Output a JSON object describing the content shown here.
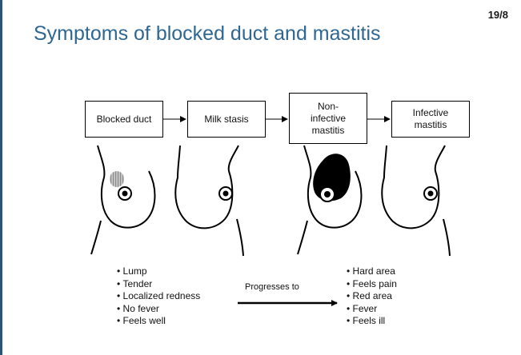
{
  "page_number": "19/8",
  "title": "Symptoms of blocked duct and mastitis",
  "stages": [
    {
      "label": "Blocked duct"
    },
    {
      "label": "Milk stasis"
    },
    {
      "label": "Non-\ninfective\nmastitis"
    },
    {
      "label": "Infective\nmastitis"
    }
  ],
  "connector_label": "Progresses to",
  "early_symptoms": [
    "Lump",
    "Tender",
    "Localized redness",
    "No fever",
    "Feels well"
  ],
  "late_symptoms": [
    "Hard area",
    "Feels pain",
    "Red area",
    "Fever",
    "Feels ill"
  ],
  "colors": {
    "title": "#2f6793",
    "accent_rule": "#2a5578",
    "lump_fill": "#b8b8b8",
    "inflamed_area": "#000000"
  },
  "icons": [
    "breast-outline-icon",
    "nipple-icon",
    "lump-icon",
    "inflamed-area-icon",
    "arrow-icon"
  ]
}
